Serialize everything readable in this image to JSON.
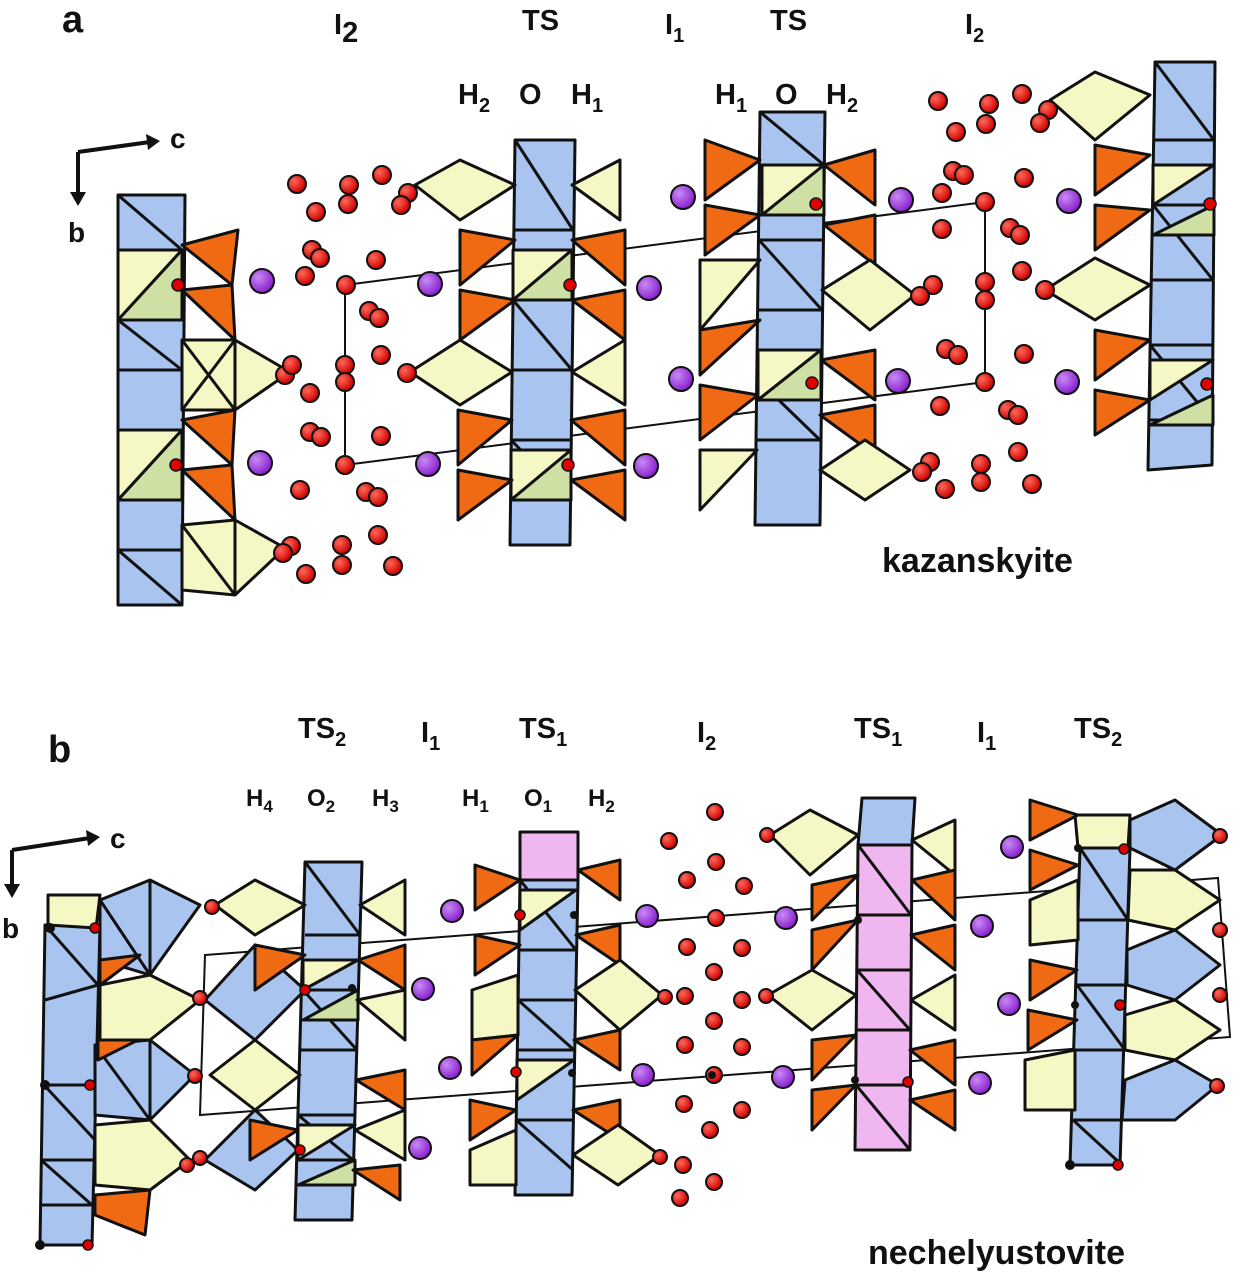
{
  "panels": [
    {
      "letter": "a",
      "mineral": "kazanskyite",
      "axes": {
        "horizontal": "c",
        "vertical": "b"
      },
      "layer_labels": [
        {
          "main": "I",
          "sub": "2"
        },
        {
          "main": "TS",
          "sub": ""
        },
        {
          "main": "I",
          "sub": "1"
        },
        {
          "main": "TS",
          "sub": ""
        },
        {
          "main": "I",
          "sub": "2"
        }
      ],
      "sheet_labels": [
        {
          "main": "H",
          "sub": "2"
        },
        {
          "main": "O",
          "sub": ""
        },
        {
          "main": "H",
          "sub": "1"
        },
        {
          "main": "H",
          "sub": "1"
        },
        {
          "main": "O",
          "sub": ""
        },
        {
          "main": "H",
          "sub": "2"
        }
      ]
    },
    {
      "letter": "b",
      "mineral": "nechelyustovite",
      "axes": {
        "horizontal": "c",
        "vertical": "b"
      },
      "layer_labels": [
        {
          "main": "TS",
          "sub": "2"
        },
        {
          "main": "I",
          "sub": "1"
        },
        {
          "main": "TS",
          "sub": "1"
        },
        {
          "main": "I",
          "sub": "2"
        },
        {
          "main": "TS",
          "sub": "1"
        },
        {
          "main": "I",
          "sub": "1"
        },
        {
          "main": "TS",
          "sub": "2"
        }
      ],
      "sheet_labels": [
        {
          "main": "H",
          "sub": "4"
        },
        {
          "main": "O",
          "sub": "2"
        },
        {
          "main": "H",
          "sub": "3"
        },
        {
          "main": "H",
          "sub": "1"
        },
        {
          "main": "O",
          "sub": "1"
        },
        {
          "main": "H",
          "sub": "2"
        }
      ]
    }
  ],
  "colors": {
    "octahedra": "#a9c4ee",
    "octahedra_pink": "#f0b6f0",
    "tetrahedra": "#f5f7c4",
    "tetrahedra_green": "#cfe0a4",
    "orange_polyhedra": "#f06a14",
    "oxygen_atoms": "#e00000",
    "cations": "#9a2fd8",
    "outline": "#111111"
  }
}
